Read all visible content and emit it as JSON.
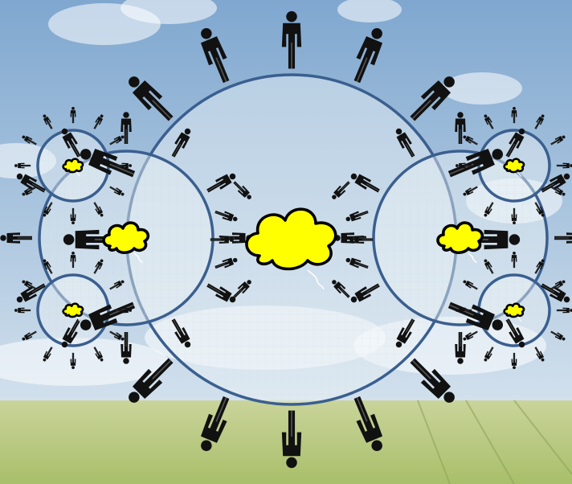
{
  "scene": {
    "type": "nested-circle-diagram",
    "background": "sky-over-green-field",
    "colors": {
      "sky_top": "#7fa7cf",
      "sky_bottom": "#e3ecf3",
      "field": "#a9bf6a",
      "circle_stroke": "#3a5f8f",
      "circle_fill": "#eef3f7",
      "cloud_fill": "#ffff00",
      "cloud_stroke": "#000000",
      "person": "#111111"
    }
  },
  "groups": [
    {
      "name": "central-group",
      "people": 16,
      "cloud_size": "large",
      "subgroups": [
        {
          "name": "left-group",
          "people": 12,
          "subgroups": [
            {
              "name": "left-top-group",
              "people": 12
            },
            {
              "name": "left-bottom-group",
              "people": 12
            }
          ]
        },
        {
          "name": "right-group",
          "people": 12,
          "subgroups": [
            {
              "name": "right-top-group",
              "people": 12
            },
            {
              "name": "right-bottom-group",
              "people": 12
            }
          ]
        }
      ]
    }
  ]
}
